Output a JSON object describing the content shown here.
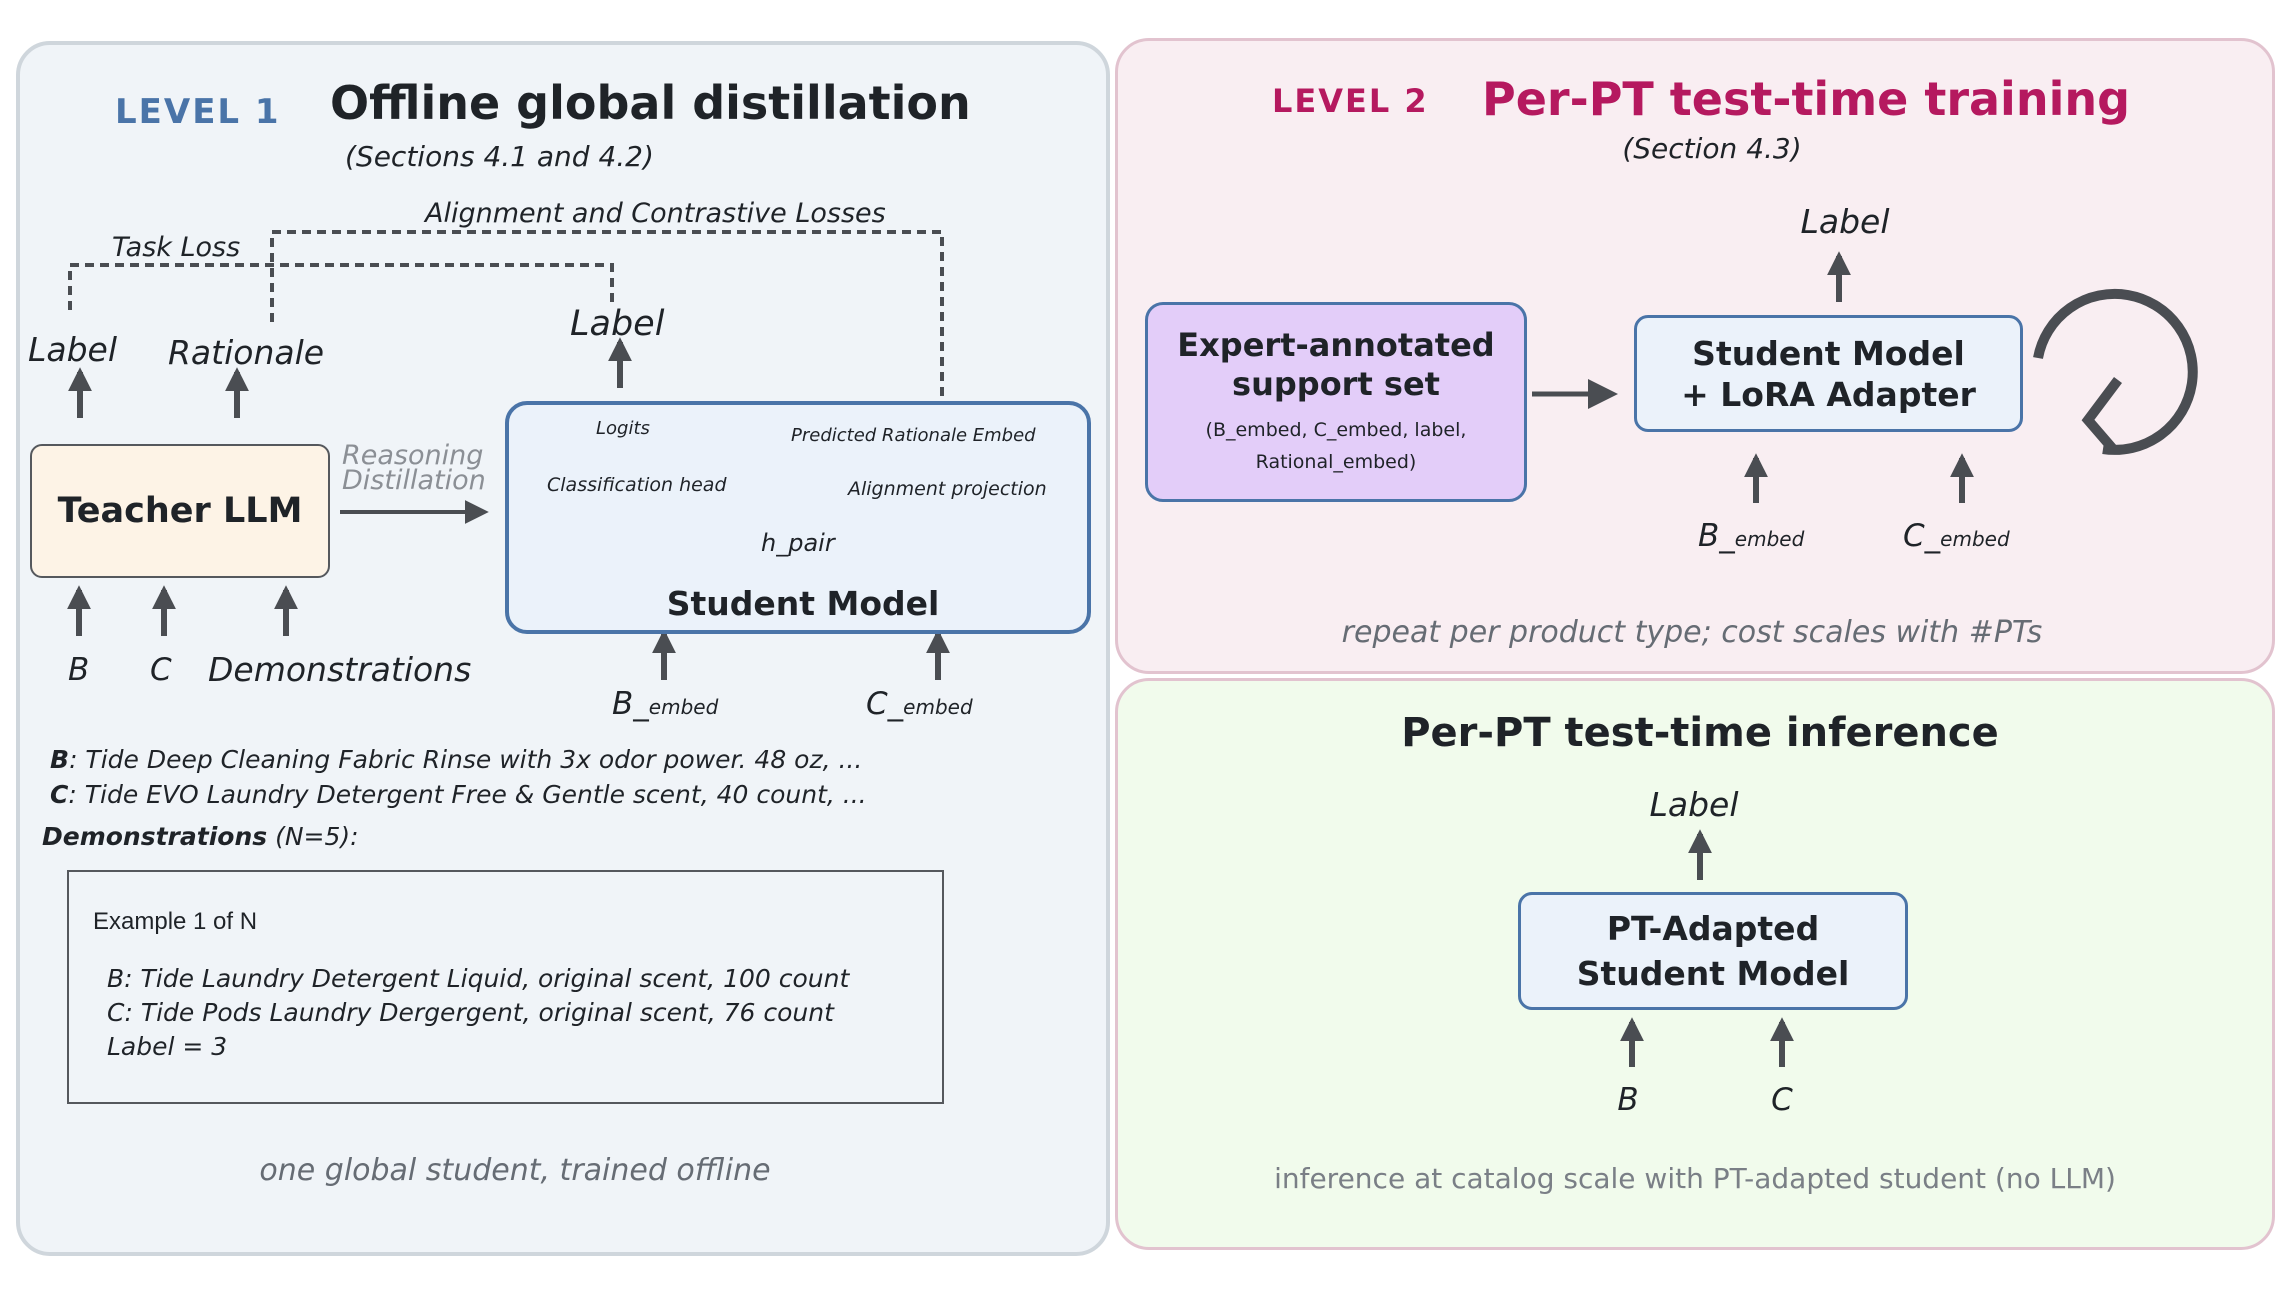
{
  "colors": {
    "level1": "#4a74a8",
    "level2": "#b5195f",
    "arrow": "#4a4d52",
    "teacher_fill": "#fdf3e6",
    "student_border": "#4a74a8",
    "support_fill": "#e3cdf9"
  },
  "level1": {
    "tag": "LEVEL 1",
    "title": "Offline global distillation",
    "sections": "(Sections 4.1 and 4.2)",
    "losses": {
      "task": "Task Loss",
      "alignment": "Alignment  and Contrastive Losses"
    },
    "teacher": {
      "name": "Teacher LLM",
      "out_label": "Label",
      "out_rationale": "Rationale",
      "inputs": [
        "B",
        "C",
        "Demonstrations"
      ]
    },
    "reasoning": [
      "Reasoning",
      "Distillation"
    ],
    "student": {
      "name": "Student Model",
      "out_label": "Label",
      "logits": "Logits",
      "cls_head": "Classification  head",
      "pred_rationale": "Predicted Rationale Embed",
      "align_proj": "Alignment  projection",
      "h_pair": "h_pair",
      "inputs": [
        {
          "main": "B_",
          "sub": "embed"
        },
        {
          "main": "C_",
          "sub": "embed"
        }
      ]
    },
    "desc": {
      "b_key": "B",
      "b_text": ": Tide Deep Cleaning Fabric Rinse with 3x odor power. 48 oz, ...",
      "c_key": "C",
      "c_text": ": Tide EVO Laundry Detergent Free & Gentle scent, 40 count, ...",
      "demo_key": "Demonstrations",
      "demo_text": " (N=5):"
    },
    "example": {
      "title": "Example 1 of N",
      "lines": [
        "B: Tide Laundry Detergent Liquid, original scent, 100 count",
        "C: Tide Pods Laundry Dergergent, original scent, 76 count",
        "Label = 3"
      ]
    },
    "footer": "one global student, trained offline"
  },
  "level2": {
    "tag": "LEVEL 2",
    "title": "Per-PT test-time training",
    "section": "(Section 4.3)",
    "support": {
      "title_lines": [
        "Expert-annotated",
        "support set"
      ],
      "detail_lines": [
        "(B_embed, C_embed,  label,",
        "Rational_embed)"
      ]
    },
    "student": {
      "lines": [
        "Student Model",
        "+ LoRA Adapter"
      ]
    },
    "out_label": "Label",
    "inputs": [
      {
        "main": "B_",
        "sub": "embed"
      },
      {
        "main": "C_",
        "sub": "embed"
      }
    ],
    "footer": "repeat per product type; cost scales with #PTs"
  },
  "inference": {
    "title": "Per-PT test-time inference",
    "out_label": "Label",
    "model": {
      "lines": [
        "PT-Adapted",
        "Student Model"
      ]
    },
    "inputs": [
      "B",
      "C"
    ],
    "footer": "inference at catalog scale with PT-adapted student (no LLM)"
  }
}
